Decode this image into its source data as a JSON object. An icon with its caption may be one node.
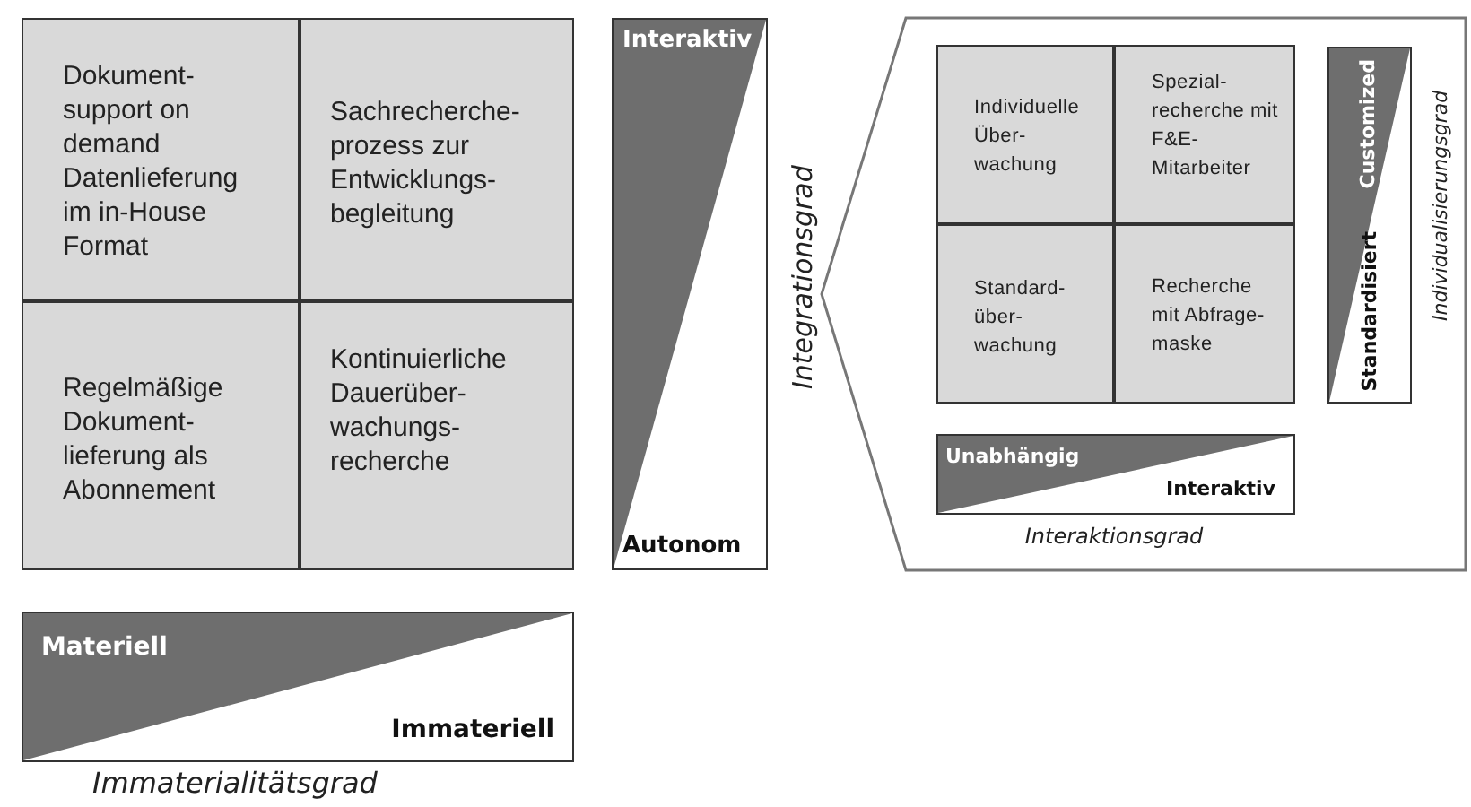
{
  "diagram": {
    "nodes": [
      {
        "text": [
          "Dokument- support on demand Datenlieferung im in-House Format"
        ]
      },
      {
        "text": [
          "Sachrecherche- prozess zur Entwicklungs- begleitung"
        ]
      },
      {
        "text": [
          "Regelmäßige Dokument- lieferung als Abonnement"
        ]
      },
      {
        "text": [
          "Kontinuierliche Dauerüber- wachungs- recherche"
        ]
      },
      {
        "text": [
          "Interaktiv",
          "Autonom"
        ]
      },
      {
        "text": [],
        "shape": "chevron"
      },
      {
        "text": [
          "Individuelle Über- wachung"
        ],
        "in": 5
      },
      {
        "text": [
          "Spezial- recherche mit F&E- Mitarbeiter"
        ],
        "in": 5
      },
      {
        "text": [
          "Standard- über- wachung"
        ],
        "in": 5
      },
      {
        "text": [
          "Recherche mit Abfrage- maske"
        ],
        "in": 5
      },
      {
        "text": [
          "Customized",
          "Standardisiert"
        ],
        "in": 5,
        "beside": [
          "Individualisierungsgrad"
        ]
      },
      {
        "text": [
          "Unabhängig",
          "Interaktiv"
        ],
        "in": 5,
        "beside": [
          "Interaktionsgrad"
        ]
      },
      {
        "text": [
          "Materiell",
          "Immateriell"
        ],
        "beside": [
          "Immaterialitätsgrad"
        ]
      }
    ],
    "labels": [
      "Integrationsgrad"
    ]
  }
}
